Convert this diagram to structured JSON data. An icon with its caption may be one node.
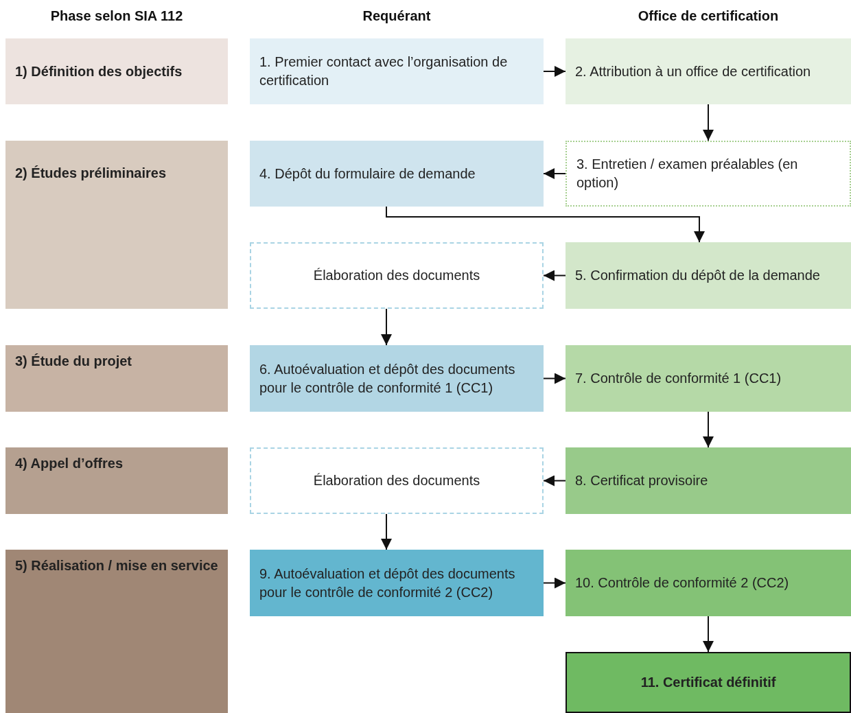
{
  "diagram": {
    "nodes": [
      {
        "text": [
          "1) Définition des objectifs"
        ]
      },
      {
        "text": [
          "1. Premier contact avec l’organisation de certification"
        ]
      },
      {
        "text": [
          "2. Attribution à un office de certification"
        ]
      },
      {
        "text": [
          "2) Études préliminaires"
        ]
      },
      {
        "text": [
          "4. Dépôt du formulaire de demande"
        ]
      },
      {
        "text": [
          "3. Entretien / examen préalables (en option)"
        ]
      },
      {
        "text": [
          "Élaboration des documents"
        ]
      },
      {
        "text": [
          "5. Confirmation du dépôt de la demande"
        ]
      },
      {
        "text": [
          "3) Étude du projet"
        ]
      },
      {
        "text": [
          "6. Autoévaluation et dépôt des documents pour le contrôle de conformité 1 (CC1)"
        ]
      },
      {
        "text": [
          "7. Contrôle de conformité 1 (CC1)"
        ]
      },
      {
        "text": [
          "4) Appel d’offres"
        ]
      },
      {
        "text": [
          "Élaboration des documents"
        ]
      },
      {
        "text": [
          "8. Certificat provisoire"
        ]
      },
      {
        "text": [
          "5) Réalisation / mise en service"
        ]
      },
      {
        "text": [
          "9. Autoévaluation et dépôt des documents pour le contrôle de conformité 2 (CC2)"
        ]
      },
      {
        "text": [
          "10. Contrôle de conformité 2 (CC2)"
        ]
      },
      {
        "text": [
          "11. Certificat définitif"
        ]
      }
    ],
    "edges": [
      {
        "from": 1,
        "to": 2,
        "arrow": "to"
      },
      {
        "from": 2,
        "to": 5,
        "arrow": "to"
      },
      {
        "from": 5,
        "to": 4,
        "arrow": "to"
      },
      {
        "from": 4,
        "to": 7,
        "arrow": "to"
      },
      {
        "from": 7,
        "to": 6,
        "arrow": "to"
      },
      {
        "from": 6,
        "to": 9,
        "arrow": "to"
      },
      {
        "from": 9,
        "to": 10,
        "arrow": "to"
      },
      {
        "from": 10,
        "to": 13,
        "arrow": "to"
      },
      {
        "from": 13,
        "to": 12,
        "arrow": "to"
      },
      {
        "from": 12,
        "to": 15,
        "arrow": "to"
      },
      {
        "from": 15,
        "to": 16,
        "arrow": "to"
      },
      {
        "from": 16,
        "to": 17,
        "arrow": "to"
      }
    ],
    "labels": [
      "Phase selon SIA 112",
      "Requérant",
      "Office de certification"
    ]
  }
}
